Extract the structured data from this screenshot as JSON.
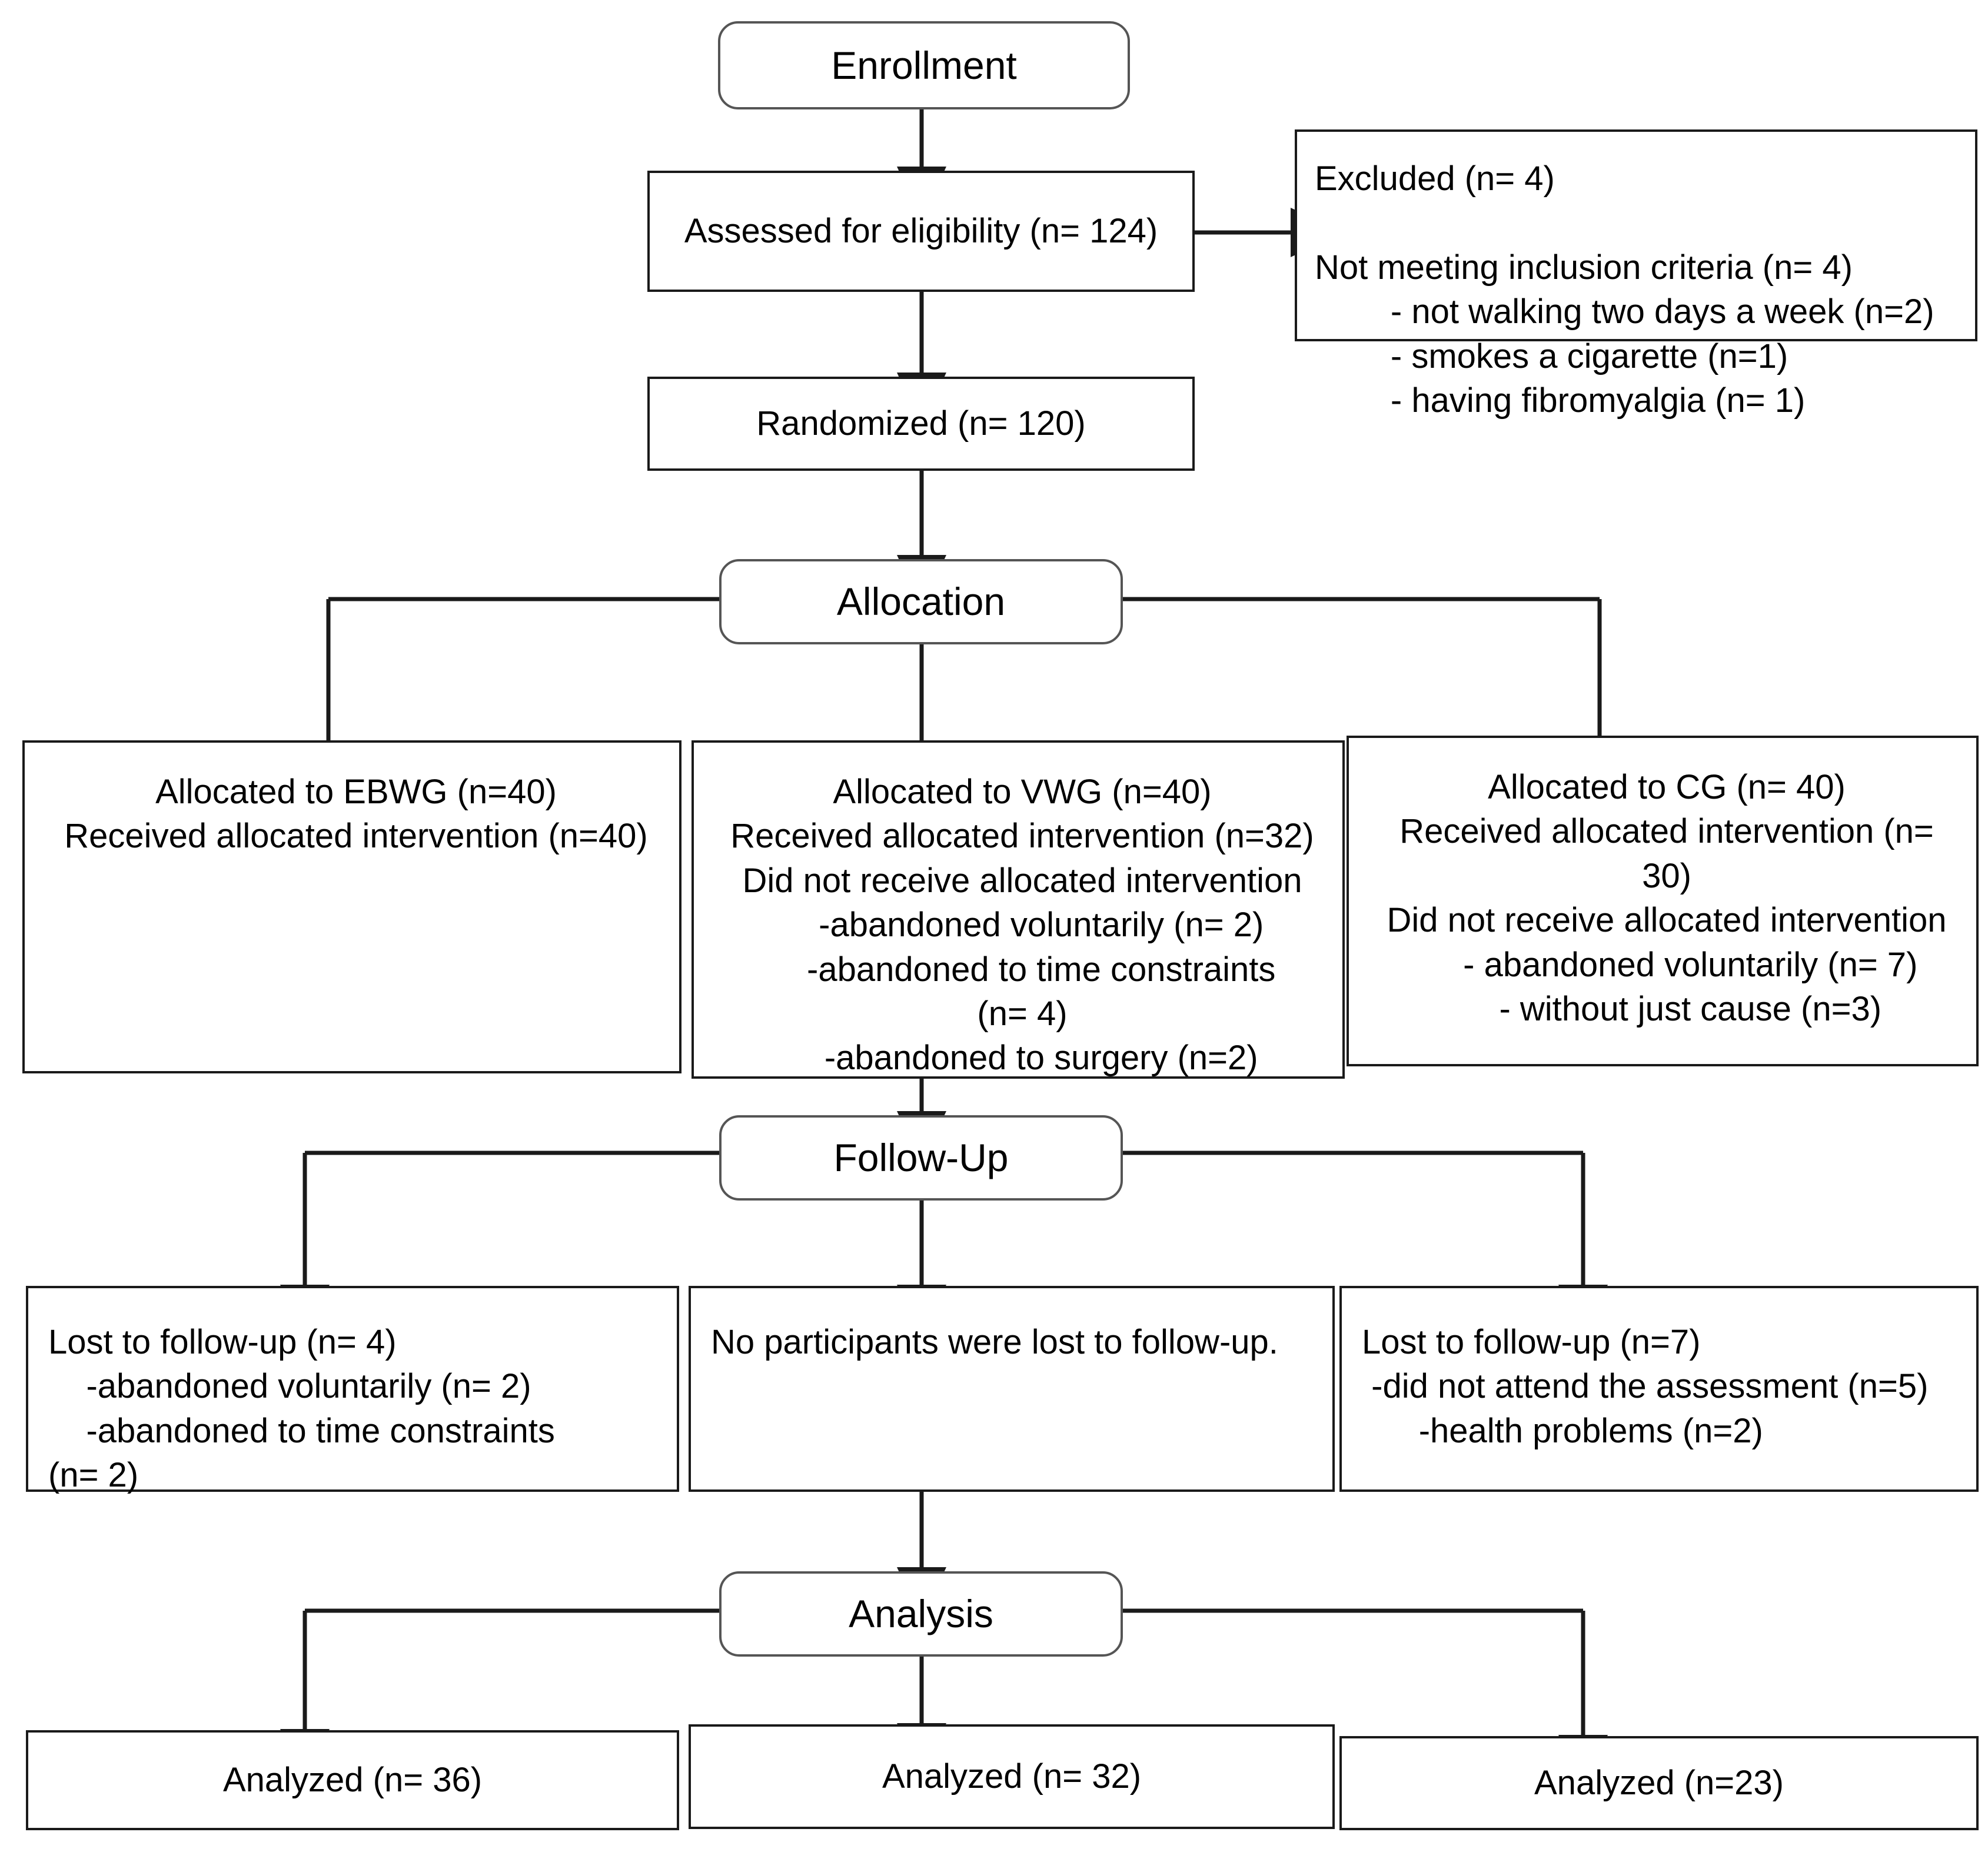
{
  "diagram": {
    "type": "consort-flow-diagram",
    "title": "CONSORT participant flow diagram",
    "stages": [
      {
        "id": "enrollment",
        "label": "Enrollment"
      },
      {
        "id": "allocation",
        "label": "Allocation"
      },
      {
        "id": "followup",
        "label": "Follow-Up"
      },
      {
        "id": "analysis",
        "label": "Analysis"
      }
    ],
    "enrollment": {
      "assessed": "Assessed for eligibility (n= 124)",
      "randomized": "Randomized (n= 120)",
      "excluded": "Excluded (n= 4)\n\nNot meeting inclusion criteria (n= 4)\n        - not walking two days a week (n=2)\n        - smokes a cigarette (n=1)\n        - having fibromyalgia (n= 1)"
    },
    "allocation_row": {
      "ebwg": "Allocated to EBWG (n=40)\nReceived allocated intervention (n=40)",
      "vwg": "Allocated to VWG (n=40)\nReceived allocated intervention (n=32)\nDid not receive allocated intervention\n    -abandoned voluntarily (n= 2)\n    -abandoned to time constraints\n(n= 4)\n    -abandoned to surgery (n=2)",
      "cg": "Allocated to CG (n= 40)\nReceived allocated intervention (n= 30)\nDid not receive allocated intervention\n     - abandoned voluntarily (n= 7)\n     - without just cause (n=3)"
    },
    "followup_row": {
      "ebwg": "Lost to follow-up (n= 4)\n    -abandoned voluntarily (n= 2)\n    -abandoned to time constraints\n(n= 2)",
      "vwg": "No participants were lost to follow-up.",
      "cg": "Lost to follow-up (n=7)\n -did not attend the assessment (n=5)\n      -health problems (n=2)"
    },
    "analysis_row": {
      "ebwg": "Analyzed (n= 36)",
      "vwg": "Analyzed (n= 32)",
      "cg": "Analyzed (n=23)"
    },
    "colors": {
      "box_border": "#1a1a1a",
      "stage_border": "#555555",
      "connector": "#1a1a1a",
      "background": "#ffffff",
      "text": "#000000"
    }
  },
  "counts": {
    "assessed_for_eligibility": 124,
    "excluded_total": 4,
    "excluded_not_meeting_inclusion_criteria": 4,
    "excluded_not_walking_two_days_a_week": 2,
    "excluded_smokes_a_cigarette": 1,
    "excluded_having_fibromyalgia": 1,
    "randomized": 120,
    "allocated_ebwg": 40,
    "received_ebwg": 40,
    "allocated_vwg": 40,
    "received_vwg": 32,
    "vwg_abandoned_voluntarily": 2,
    "vwg_abandoned_time_constraints": 4,
    "vwg_abandoned_surgery": 2,
    "allocated_cg": 40,
    "received_cg": 30,
    "cg_abandoned_voluntarily": 7,
    "cg_without_just_cause": 3,
    "ebwg_lost_to_followup": 4,
    "ebwg_lost_abandoned_voluntarily": 2,
    "ebwg_lost_time_constraints": 2,
    "vwg_lost_to_followup": 0,
    "cg_lost_to_followup": 7,
    "cg_lost_did_not_attend_assessment": 5,
    "cg_lost_health_problems": 2,
    "analyzed_ebwg": 36,
    "analyzed_vwg": 32,
    "analyzed_cg": 23
  }
}
